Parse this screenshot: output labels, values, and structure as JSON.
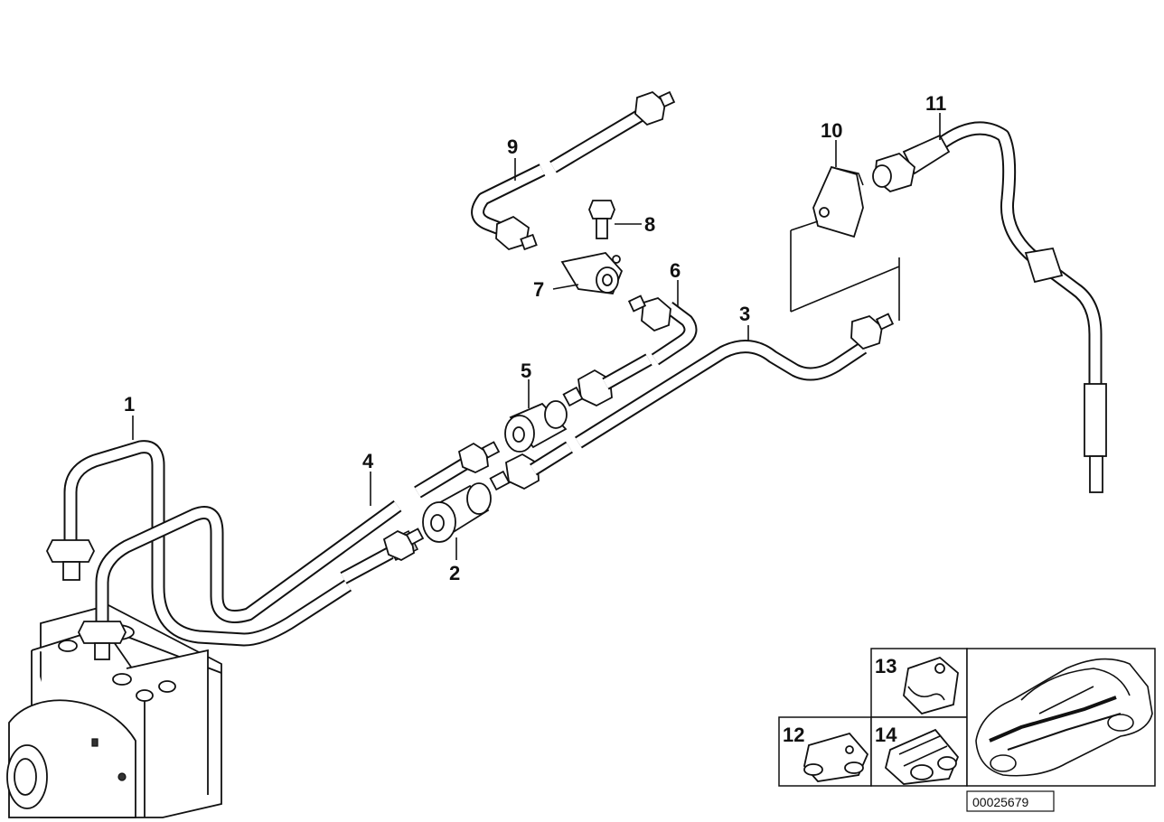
{
  "callouts": [
    {
      "id": "1",
      "text": "1"
    },
    {
      "id": "2",
      "text": "2"
    },
    {
      "id": "3",
      "text": "3"
    },
    {
      "id": "4",
      "text": "4"
    },
    {
      "id": "5",
      "text": "5"
    },
    {
      "id": "6",
      "text": "6"
    },
    {
      "id": "7",
      "text": "7"
    },
    {
      "id": "8",
      "text": "8"
    },
    {
      "id": "9",
      "text": "9"
    },
    {
      "id": "10",
      "text": "10"
    },
    {
      "id": "11",
      "text": "11"
    },
    {
      "id": "12",
      "text": "12"
    },
    {
      "id": "13",
      "text": "13"
    },
    {
      "id": "14",
      "text": "14"
    }
  ],
  "diagram_number": "00025679"
}
